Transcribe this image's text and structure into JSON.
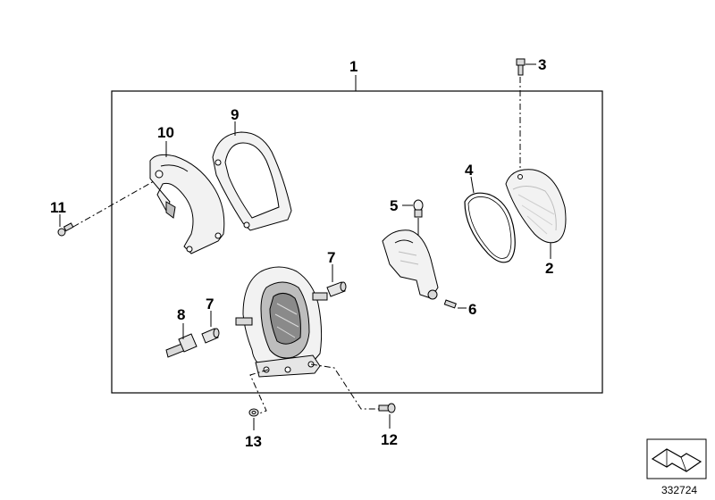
{
  "diagram": {
    "callouts": [
      {
        "id": "c1",
        "label": "1"
      },
      {
        "id": "c2",
        "label": "2"
      },
      {
        "id": "c3",
        "label": "3"
      },
      {
        "id": "c4",
        "label": "4"
      },
      {
        "id": "c5",
        "label": "5"
      },
      {
        "id": "c6",
        "label": "6"
      },
      {
        "id": "c7a",
        "label": "7"
      },
      {
        "id": "c7b",
        "label": "7"
      },
      {
        "id": "c8",
        "label": "8"
      },
      {
        "id": "c9",
        "label": "9"
      },
      {
        "id": "c10",
        "label": "10"
      },
      {
        "id": "c11",
        "label": "11"
      },
      {
        "id": "c12",
        "label": "12"
      },
      {
        "id": "c13",
        "label": "13"
      }
    ],
    "reference_number": "332724",
    "colors": {
      "line": "#000000",
      "part_fill": "#f2f2f2",
      "part_shade": "#bdbdbd"
    }
  }
}
